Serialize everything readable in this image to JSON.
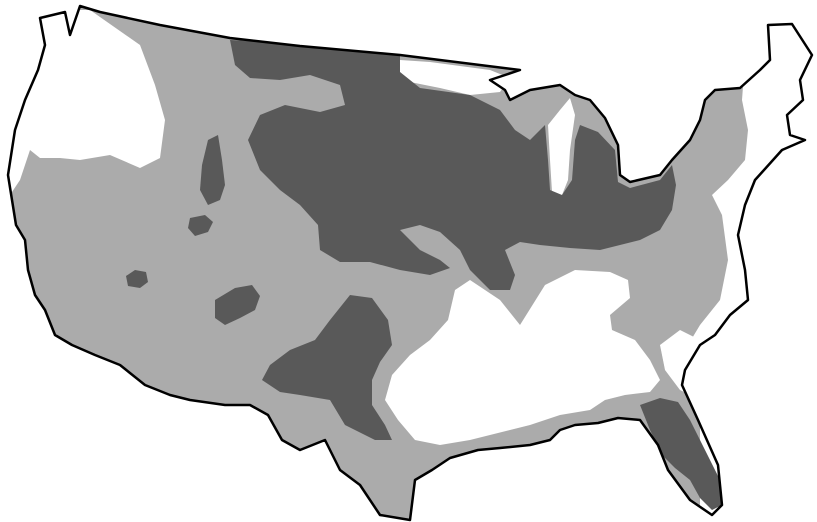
{
  "map": {
    "colors": {
      "background": "#ffffff",
      "light_zone": "#ababab",
      "dark_zone": "#595959",
      "outline": "#000000"
    },
    "zones": [
      {
        "key": "white",
        "shade": "white"
      },
      {
        "key": "light",
        "shade": "light_gray"
      },
      {
        "key": "dark",
        "shade": "dark_gray"
      }
    ]
  }
}
